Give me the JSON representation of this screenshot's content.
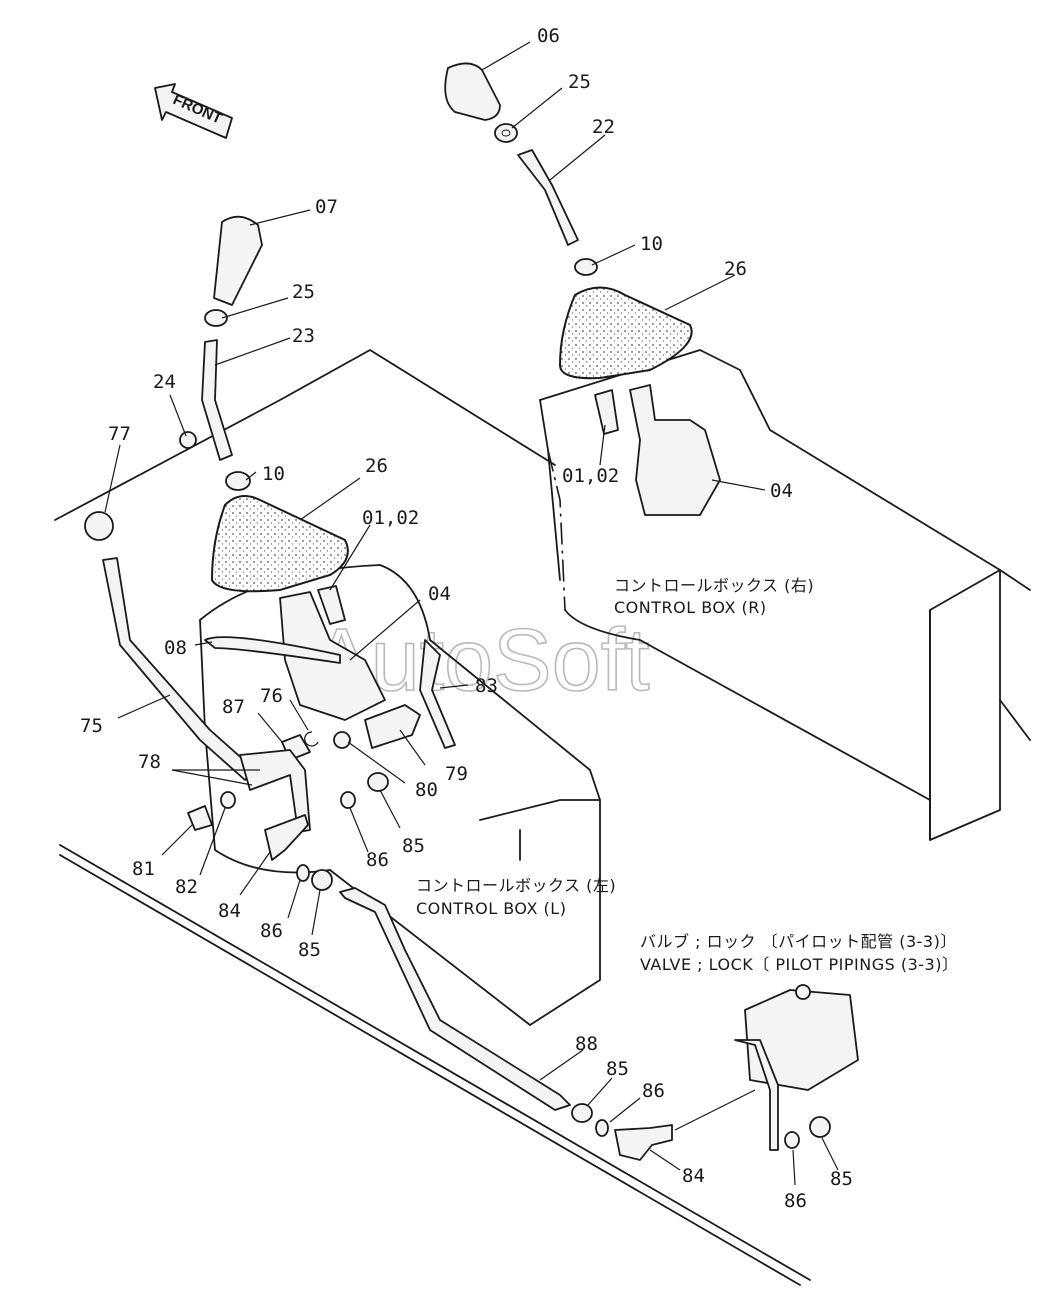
{
  "front_label": "FRONT",
  "watermark": "AutoSoft",
  "notes": {
    "box_r_jp": "コントロールボックス (右)",
    "box_r_en": "CONTROL BOX (R)",
    "box_l_jp": "コントロールボックス (左)",
    "box_l_en": "CONTROL BOX (L)",
    "valve_jp": "バルブ ; ロック 〔パイロット配管 (3-3)〕",
    "valve_en": "VALVE ; LOCK〔 PILOT PIPINGS (3-3)〕"
  },
  "part_labels": {
    "p06": "06",
    "p25_r": "25",
    "p22": "22",
    "p10_r": "10",
    "p26_r": "26",
    "p0102_r": "01,02",
    "p04_r": "04",
    "p07": "07",
    "p25_l": "25",
    "p23": "23",
    "p24": "24",
    "p77": "77",
    "p10_l": "10",
    "p26_l": "26",
    "p0102_l": "01,02",
    "p04_l": "04",
    "p08": "08",
    "p75": "75",
    "p76": "76",
    "p87": "87",
    "p83": "83",
    "p78": "78",
    "p80": "80",
    "p79": "79",
    "p81": "81",
    "p82": "82",
    "p84_a": "84",
    "p86_a": "86",
    "p85_a": "85",
    "p86_b": "86",
    "p85_b": "85",
    "p88": "88",
    "p85_c": "85",
    "p86_c": "86",
    "p84_b": "84",
    "p86_d": "86",
    "p85_d": "85"
  }
}
